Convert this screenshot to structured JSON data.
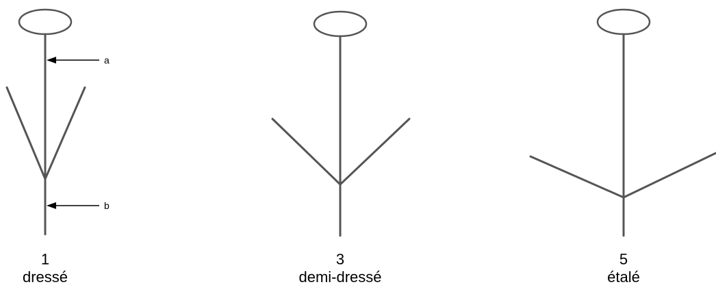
{
  "figures": [
    {
      "number": "1",
      "label": "dressé"
    },
    {
      "number": "3",
      "label": "demi-dressé"
    },
    {
      "number": "5",
      "label": "étalé"
    }
  ],
  "annotations": {
    "a": "a",
    "b": "b"
  }
}
